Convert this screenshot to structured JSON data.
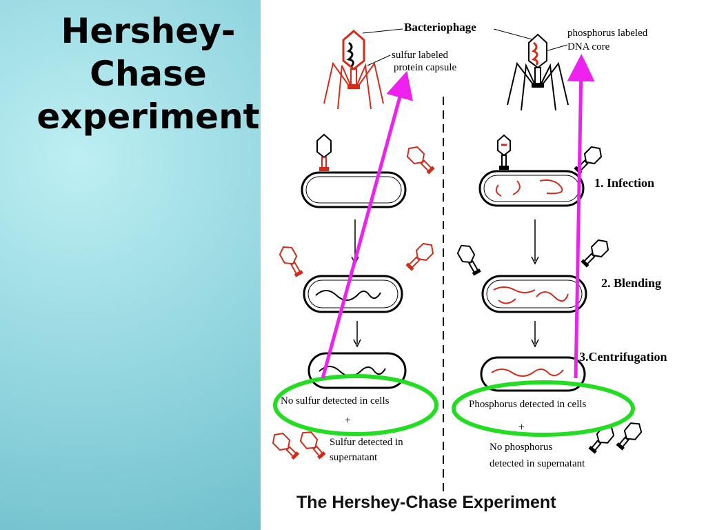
{
  "slide": {
    "title_lines": [
      "Hershey-",
      "Chase",
      "experiment"
    ]
  },
  "diagram": {
    "labels": {
      "bacteriophage": "Bacteriophage",
      "sulfur_labeled": "sulfur labeled",
      "protein_capsule": "protein capsule",
      "phosphorus_labeled": "phosphorus labeled",
      "dna_core": "DNA core",
      "no_sulfur_cells": "No sulfur detected in cells",
      "plus_left": "+",
      "sulfur_supernatant_1": "Sulfur detected in",
      "sulfur_supernatant_2": "supernatant",
      "phosphorus_cells": "Phosphorus detected in cells",
      "plus_right": "+",
      "no_phosphorus_1": "No phosphorus",
      "no_phosphorus_2": "detected in supernatant"
    },
    "steps": [
      "1. Infection",
      "2. Blending",
      "3.Centrifugation"
    ],
    "caption": "The Hershey-Chase Experiment",
    "colors": {
      "sulfur_label": "#d42a1a",
      "arrow": "#ee22ee",
      "ellipse": "#22dd22",
      "ink": "#000000"
    }
  }
}
